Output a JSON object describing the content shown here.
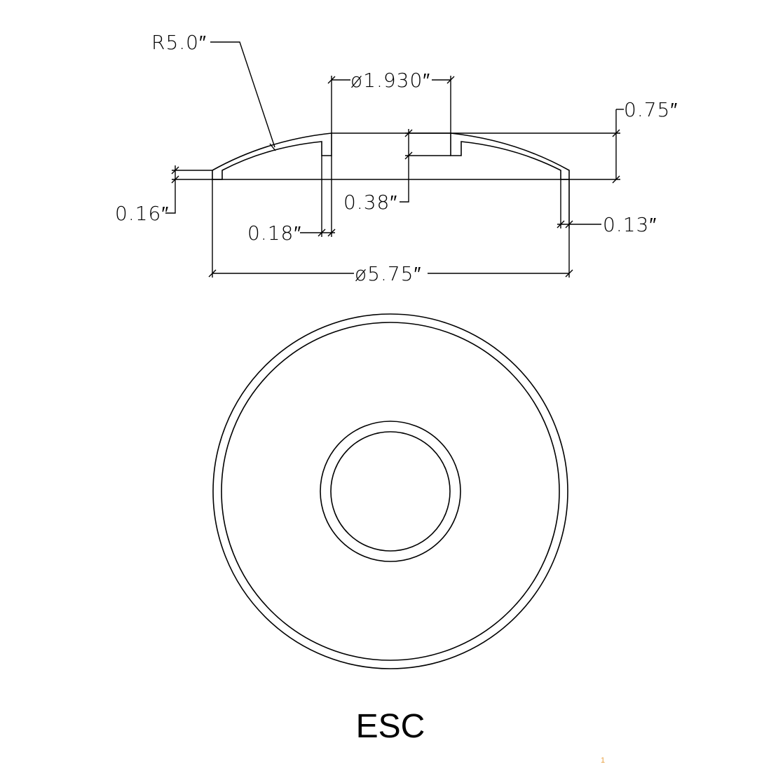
{
  "drawing": {
    "title": "ESC",
    "colors": {
      "line": "#000000",
      "background": "#ffffff",
      "page_marker": "#e8a040"
    },
    "dimensions": {
      "radius": "R5.0″",
      "inner_diameter": "ø1.930″",
      "height": "0.75″",
      "rim_height": "0.16″",
      "inner_depth": "0.38″",
      "inner_wall": "0.18″",
      "outer_wall": "0.13″",
      "outer_diameter": "ø5.75″"
    },
    "page_marker": "1"
  }
}
